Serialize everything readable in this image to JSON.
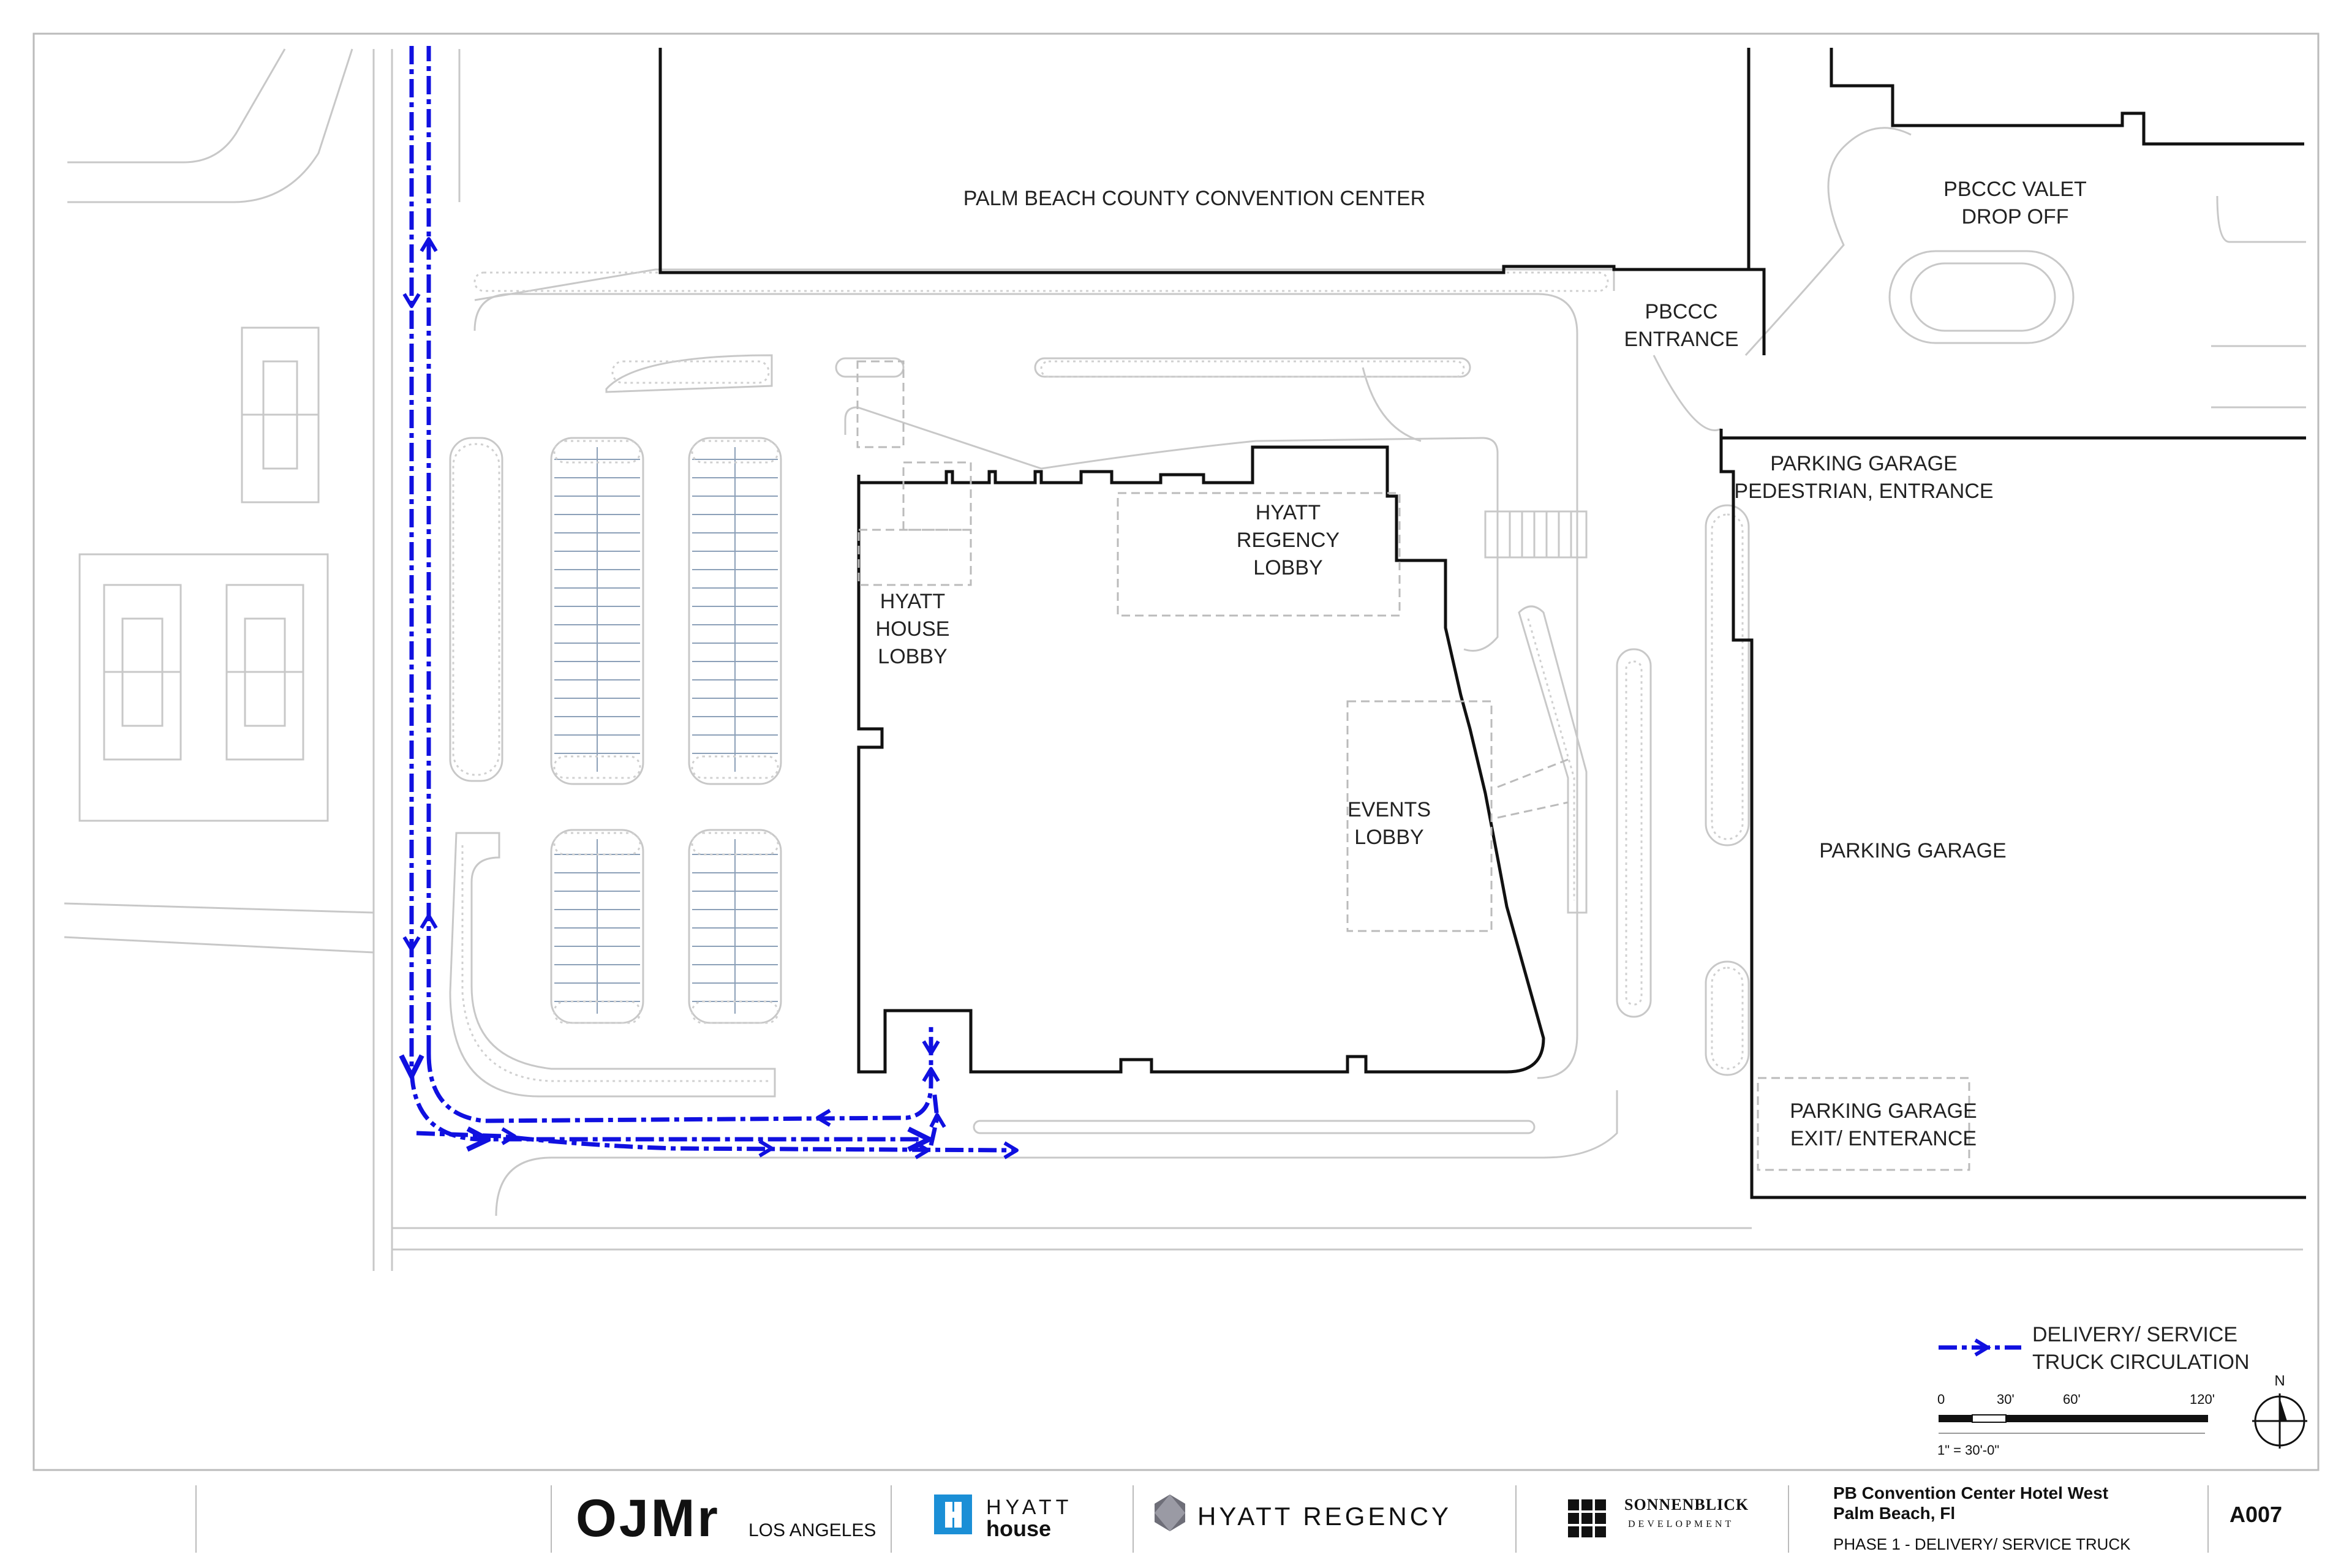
{
  "plan": {
    "labels": {
      "convention_center": "PALM BEACH COUNTY CONVENTION CENTER",
      "valet_1": "PBCCC VALET",
      "valet_2": "DROP OFF",
      "entrance_1": "PBCCC",
      "entrance_2": "ENTRANCE",
      "garage_ped_1": "PARKING GARAGE",
      "garage_ped_2": "PEDESTRIAN, ENTRANCE",
      "regency_lobby_1": "HYATT",
      "regency_lobby_2": "REGENCY",
      "regency_lobby_3": "LOBBY",
      "house_lobby_1": "HYATT",
      "house_lobby_2": "HOUSE",
      "house_lobby_3": "LOBBY",
      "events_lobby_1": "EVENTS",
      "events_lobby_2": "LOBBY",
      "parking_garage": "PARKING GARAGE",
      "garage_exit_1": "PARKING GARAGE",
      "garage_exit_2": "EXIT/ ENTERANCE"
    },
    "route_color": "#1010e0"
  },
  "legend": {
    "line_1": "DELIVERY/ SERVICE",
    "line_2": "TRUCK CIRCULATION"
  },
  "scale": {
    "t0": "0",
    "t30": "30'",
    "t60": "60'",
    "t120": "120'",
    "ratio": "1\" = 30'-0\""
  },
  "north": {
    "label": "N"
  },
  "title_block": {
    "ojmr_logo": "OJMr",
    "ojmr_city": "LOS ANGELES",
    "hyatt_house_1": "HYATT",
    "hyatt_house_2": "house",
    "hyatt_regency": "HYATT REGENCY",
    "sonnenblick_1": "SONNENBLICK",
    "sonnenblick_2": "DEVELOPMENT",
    "project_1": "PB Convention Center Hotel West",
    "project_2": "Palm Beach, Fl",
    "phase": "PHASE 1 - DELIVERY/ SERVICE TRUCK",
    "sheet_number": "A007"
  }
}
